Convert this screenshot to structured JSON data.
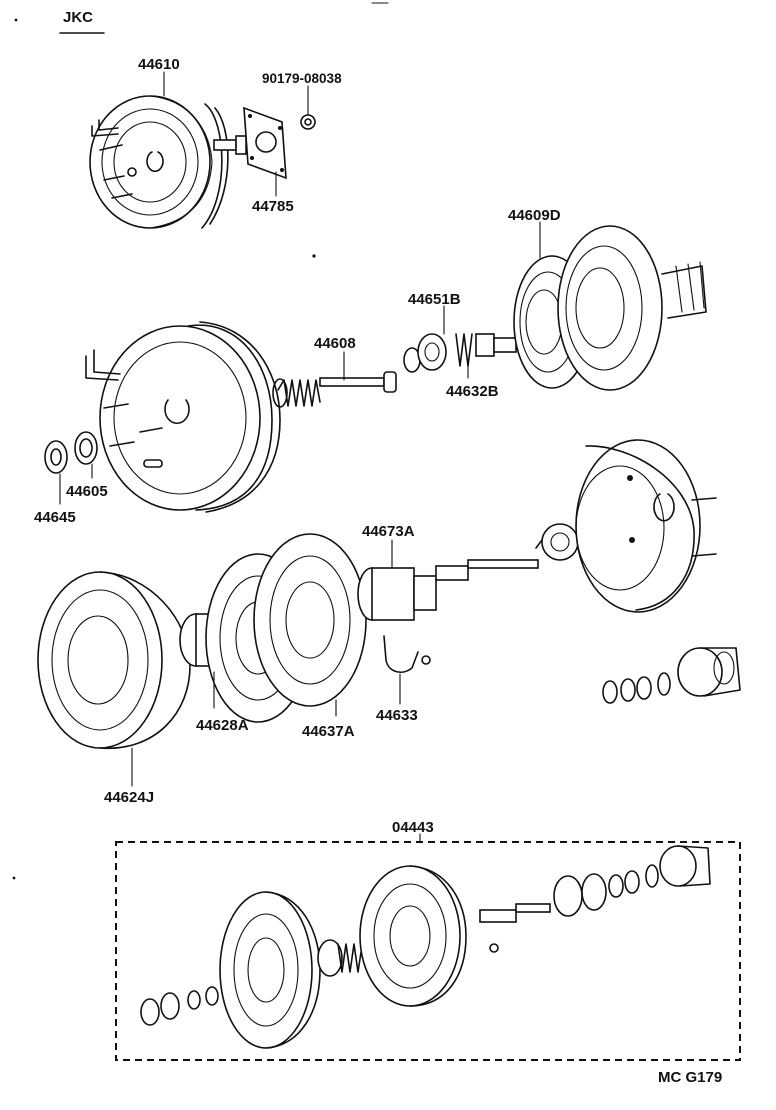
{
  "header": {
    "code": "JKC"
  },
  "footer": {
    "ref": "MC  G179"
  },
  "part_numbers": {
    "booster_assembly": "44610",
    "bolt": "90179-08038",
    "gasket": "44785",
    "diaphragm": "44609D",
    "valve_body_assy": "44651B",
    "push_rod": "44608",
    "valve_spring": "44632B",
    "nut": "44645",
    "seal": "44605",
    "plunger_assy": "44673A",
    "front_shell": "44624J",
    "check_valve": "44628A",
    "plate": "44637A",
    "key": "44633",
    "kit": "04443"
  }
}
